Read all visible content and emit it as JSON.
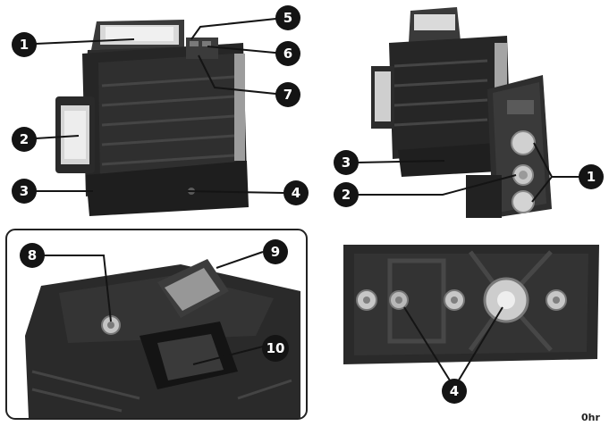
{
  "callouts": {
    "top_left": [
      "1",
      "2",
      "3",
      "4",
      "5",
      "6",
      "7"
    ],
    "top_right": [
      "3",
      "2",
      "1"
    ],
    "bottom_left": [
      "8",
      "9",
      "10"
    ],
    "bottom_right": [
      "4"
    ]
  },
  "footer": {
    "page_mark": "0hr"
  },
  "colors": {
    "callout_fill": "#141414",
    "callout_text": "#ffffff",
    "device_body": "#2b2b2b",
    "device_dark": "#1a1a1a",
    "metal": "#bdbdbd"
  },
  "panels": {
    "top_left": "laser-front-view",
    "top_right": "laser-with-bracket-view",
    "bottom_left": "battery-compartment-closeup",
    "bottom_right": "bracket-underside-view"
  }
}
